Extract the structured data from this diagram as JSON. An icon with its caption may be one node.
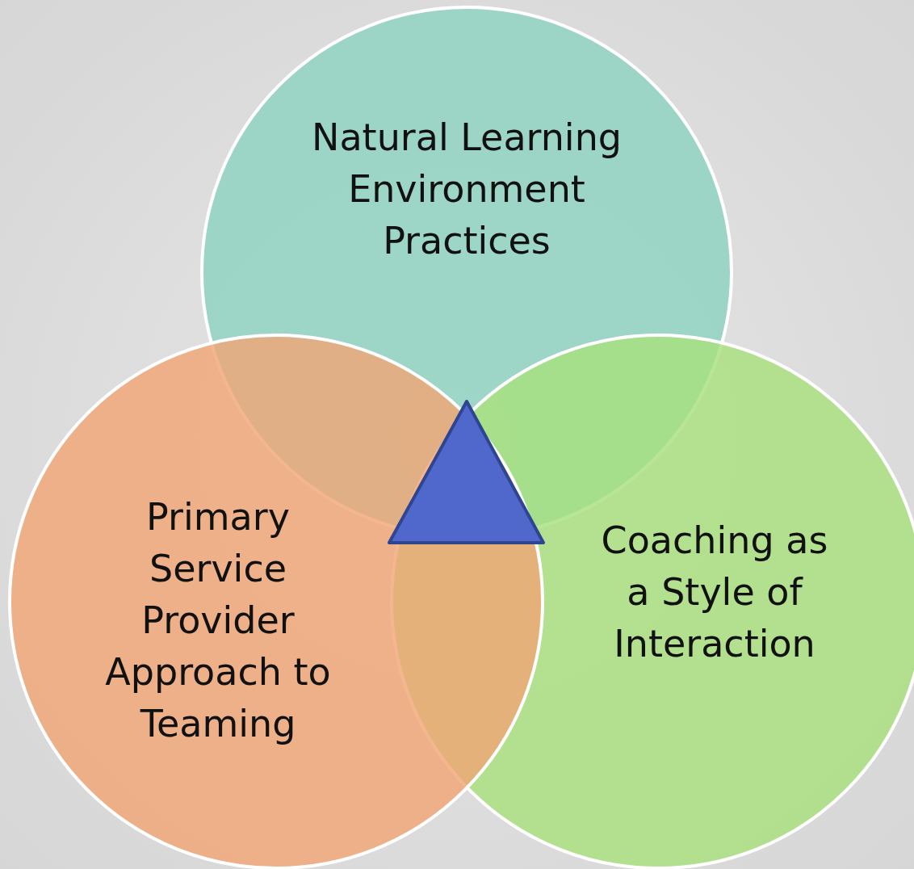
{
  "diagram": {
    "nodes": [
      {
        "text": [
          "Natural Learning Environment Practices"
        ]
      },
      {
        "text": [
          "Coaching as a Style of Interaction"
        ]
      },
      {
        "text": [
          "Primary Service Provider Approach to Teaming"
        ]
      },
      {
        "text": [],
        "shape": "triangle"
      }
    ]
  }
}
